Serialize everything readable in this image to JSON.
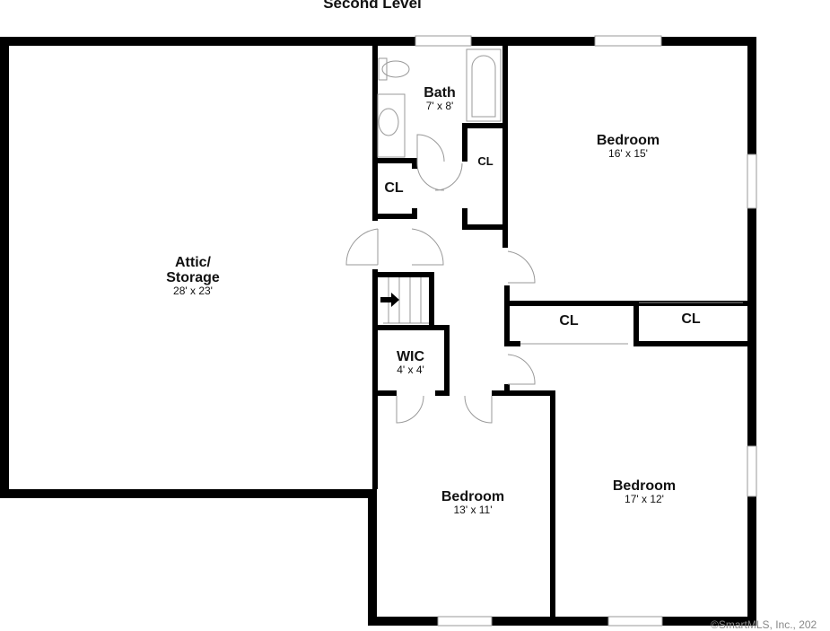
{
  "title": "Second Level",
  "rooms": {
    "attic": {
      "name": "Attic/ Storage",
      "line1": "Attic/",
      "line2": "Storage",
      "dims": "28' x 23'"
    },
    "bath": {
      "name": "Bath",
      "dims": "7' x 8'"
    },
    "bedroom_ne": {
      "name": "Bedroom",
      "dims": "16' x 15'"
    },
    "bedroom_se": {
      "name": "Bedroom",
      "dims": "17' x 12'"
    },
    "bedroom_s": {
      "name": "Bedroom",
      "dims": "13' x 11'"
    },
    "wic": {
      "name": "WIC",
      "dims": "4' x 4'"
    },
    "closets": [
      "CL",
      "CL",
      "CL",
      "CL"
    ]
  },
  "copyright": "©SmartMLS, Inc., 202"
}
